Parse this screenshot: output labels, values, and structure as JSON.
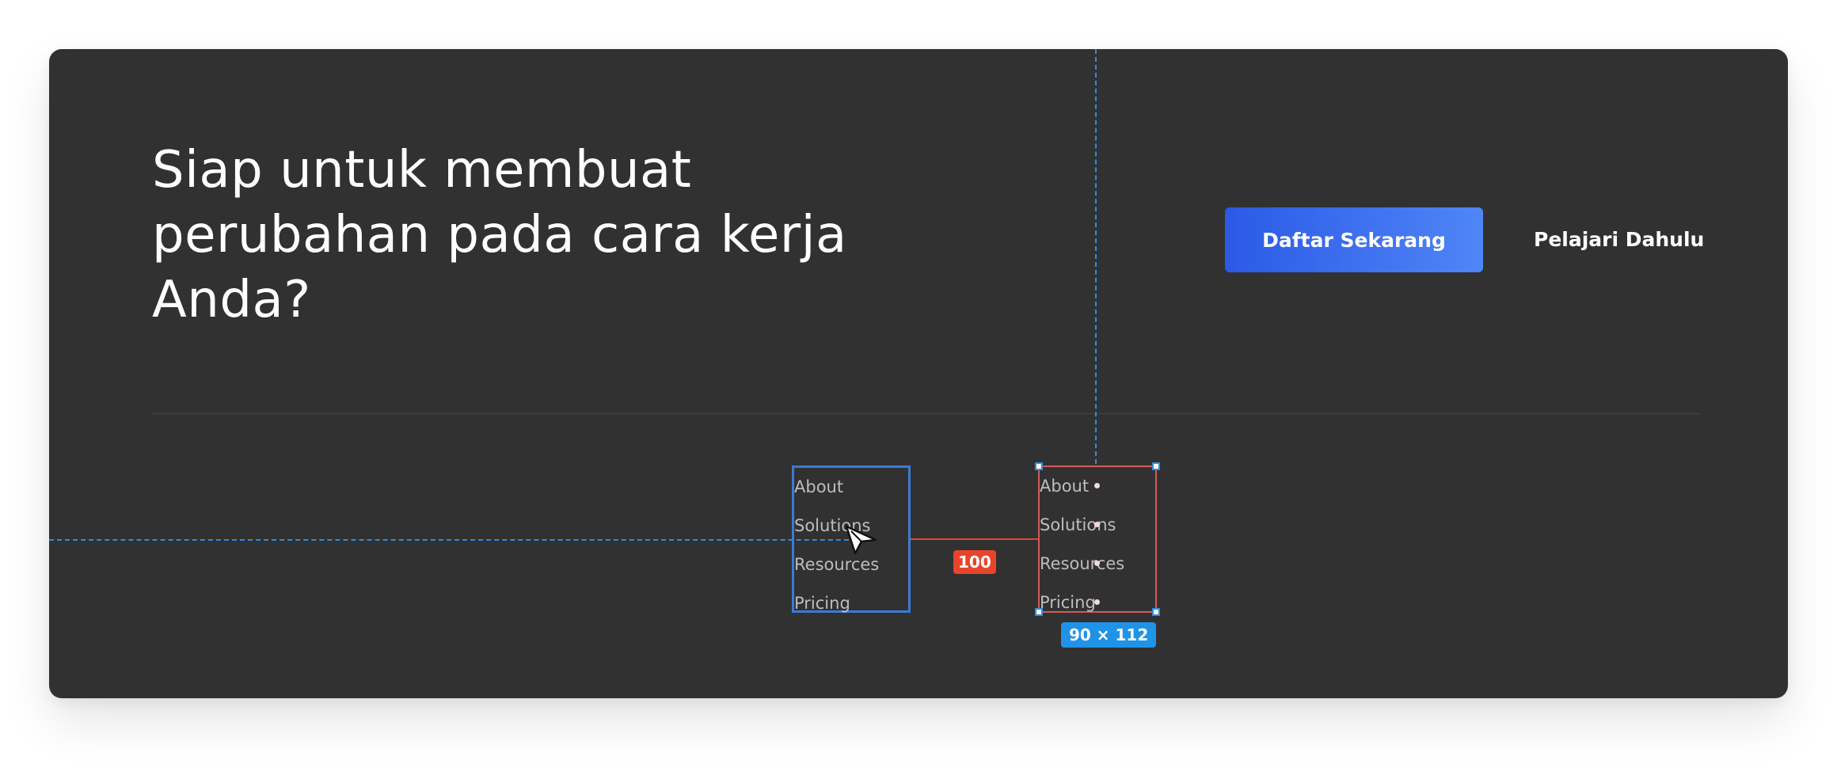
{
  "cta": {
    "headline": "Siap untuk membuat perubahan pada cara kerja Anda?",
    "primary_button": "Daftar Sekarang",
    "secondary_link": "Pelajari Dahulu",
    "primary_gradient": [
      "#2b59e6",
      "#4f86f7"
    ]
  },
  "footer_nav_original": {
    "items": [
      "About",
      "Solutions",
      "Resources",
      "Pricing"
    ]
  },
  "footer_nav_selected": {
    "items": [
      "About",
      "Solutions",
      "Resources",
      "Pricing"
    ]
  },
  "design_overlay": {
    "spacing_label": "100",
    "size_label": "90 × 112",
    "guide_color": "#2f8ee0",
    "measure_color": "#e8442c",
    "selection_badge_color": "#1f93e8",
    "cursor_icon": "arrow-pointer-icon"
  },
  "theme": {
    "card_background": "#313131",
    "page_background": "#ffffff"
  }
}
